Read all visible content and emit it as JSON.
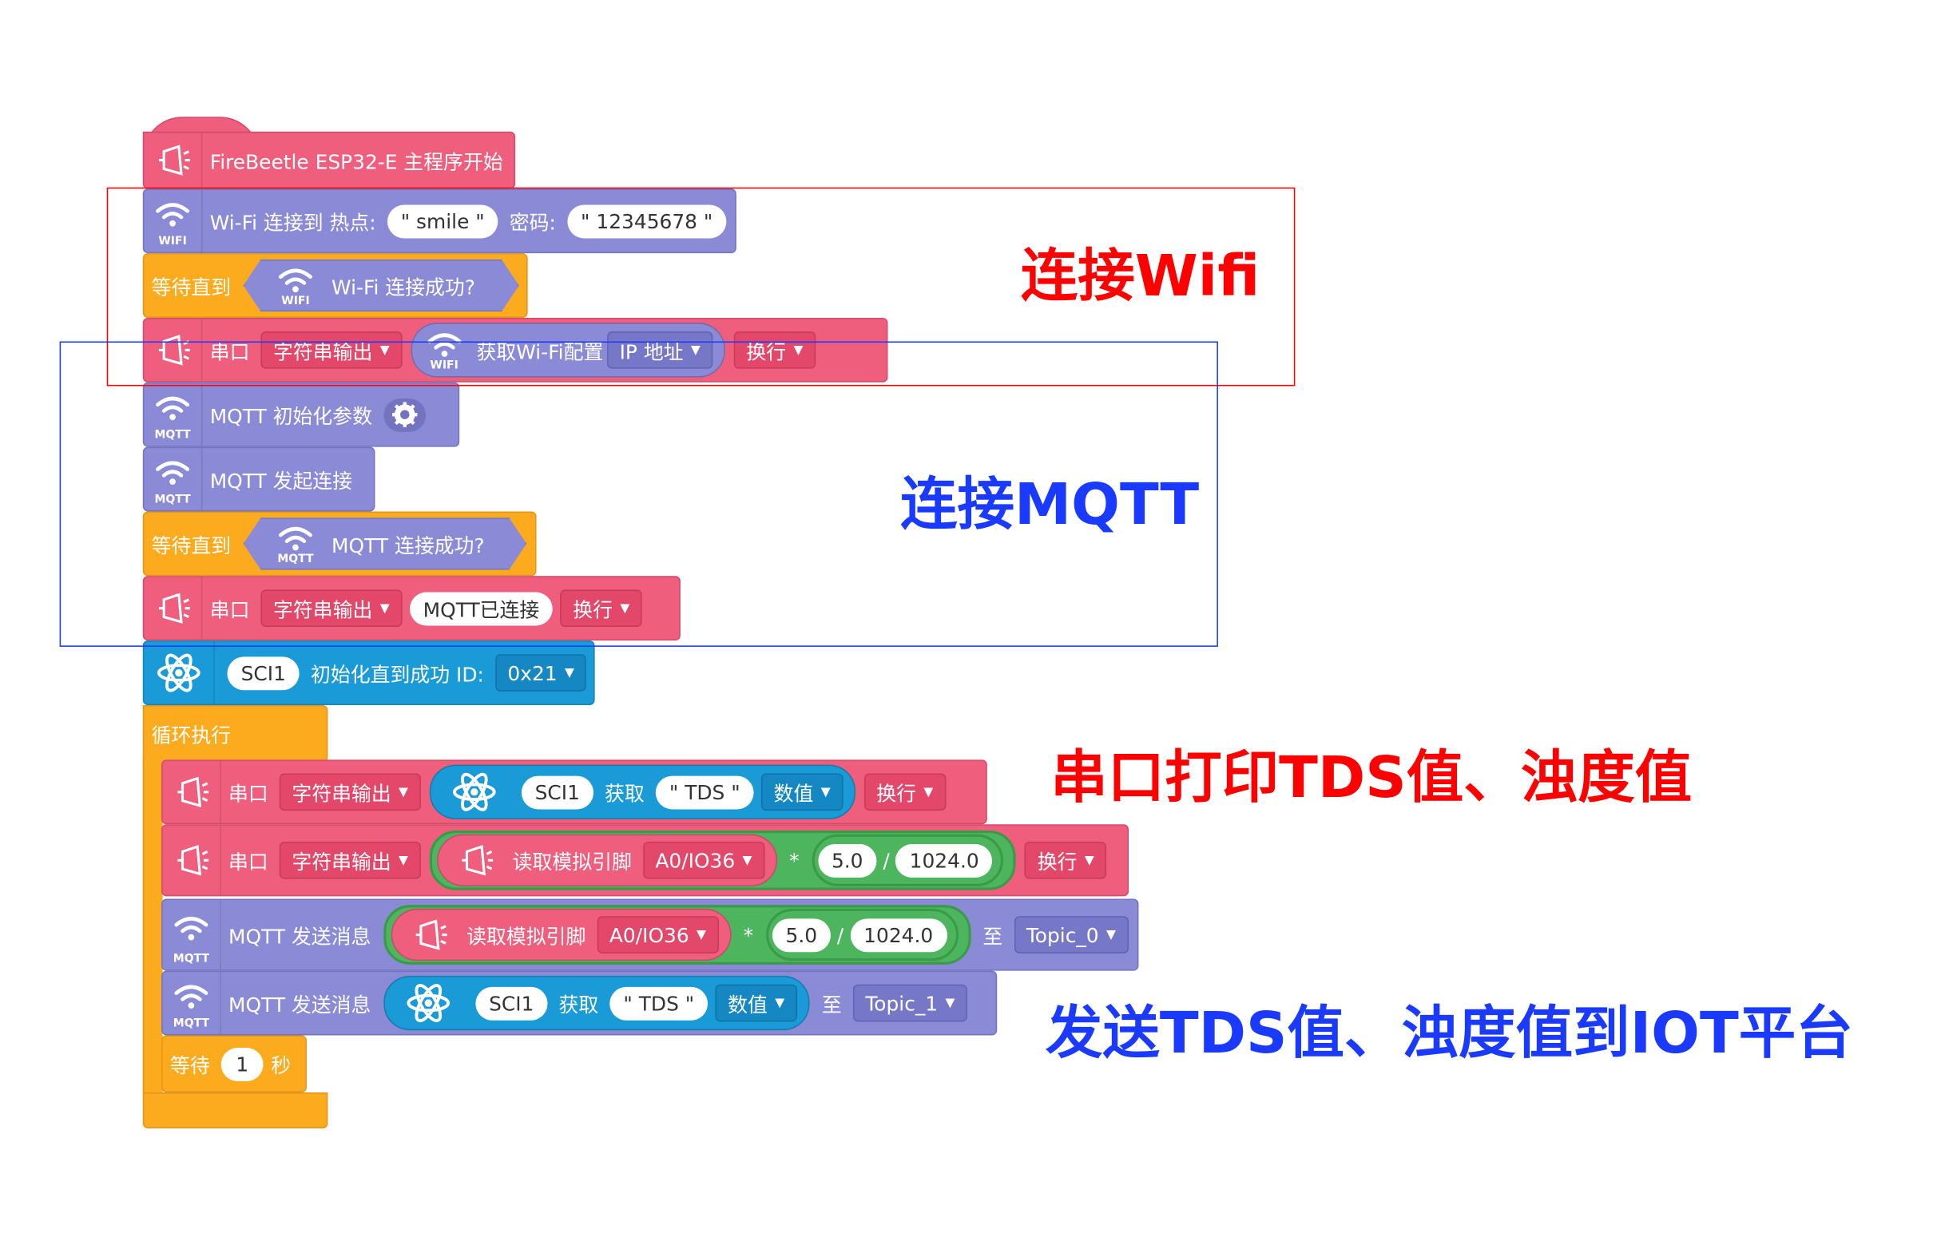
{
  "colors": {
    "pink": "#ef5e7d",
    "purple": "#8a8ad6",
    "orange": "#fdab1e",
    "blue": "#1a9ad6",
    "green": "#4cb55d",
    "red_ann": "#ff0000",
    "blue_ann": "#1a3bff"
  },
  "main": {
    "label": "FireBeetle ESP32-E 主程序开始"
  },
  "wifi_connect": {
    "label": "Wi-Fi 连接到 热点:",
    "ssid": "\" smile \"",
    "pwd_label": "密码:",
    "pwd": "\" 12345678 \""
  },
  "wait_wifi": {
    "label": "等待直到",
    "cond": "Wi-Fi 连接成功?"
  },
  "serial1": {
    "label": "串口",
    "mode": "字符串输出",
    "get": "获取Wi-Fi配置",
    "opt": "IP 地址",
    "newline": "换行"
  },
  "mqtt_init": {
    "label": "MQTT 初始化参数"
  },
  "mqtt_connect": {
    "label": "MQTT 发起连接"
  },
  "wait_mqtt": {
    "label": "等待直到",
    "cond": "MQTT 连接成功?"
  },
  "serial2": {
    "label": "串口",
    "mode": "字符串输出",
    "text": "MQTT已连接",
    "newline": "换行"
  },
  "sci_init": {
    "port": "SCI1",
    "label": "初始化直到成功 ID:",
    "id": "0x21"
  },
  "loop": {
    "label": "循环执行"
  },
  "serial3": {
    "label": "串口",
    "mode": "字符串输出",
    "port": "SCI1",
    "get": "获取",
    "key": "\" TDS \"",
    "field": "数值",
    "newline": "换行"
  },
  "serial4": {
    "label": "串口",
    "mode": "字符串输出",
    "read": "读取模拟引脚",
    "pin": "A0/IO36",
    "mul": "*",
    "v1": "5.0",
    "div": "/",
    "v2": "1024.0",
    "newline": "换行"
  },
  "mqtt_send1": {
    "label": "MQTT 发送消息",
    "read": "读取模拟引脚",
    "pin": "A0/IO36",
    "mul": "*",
    "v1": "5.0",
    "div": "/",
    "v2": "1024.0",
    "to": "至",
    "topic": "Topic_0"
  },
  "mqtt_send2": {
    "label": "MQTT 发送消息",
    "port": "SCI1",
    "get": "获取",
    "key": "\" TDS \"",
    "field": "数值",
    "to": "至",
    "topic": "Topic_1"
  },
  "wait": {
    "label": "等待",
    "value": "1",
    "unit": "秒"
  },
  "annotations": {
    "wifi": "连接Wifi",
    "mqtt": "连接MQTT",
    "serial": "串口打印TDS值、浊度值",
    "send": "发送TDS值、浊度值到IOT平台"
  },
  "icons": {
    "wifi_sub": "WIFI",
    "mqtt_sub": "MQTT"
  }
}
